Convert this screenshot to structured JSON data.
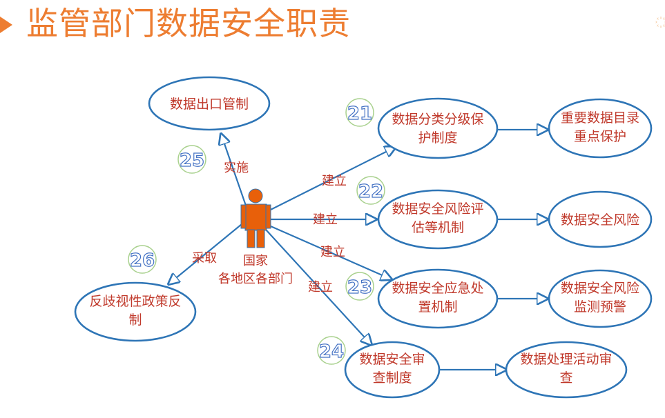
{
  "title": "监管部门数据安全职责",
  "actor": {
    "line1": "国家",
    "line2": "各地区各部门"
  },
  "nodes": {
    "exit_control": [
      "数据出口管制"
    ],
    "classification": [
      "数据分类分级保",
      "护制度"
    ],
    "risk_eval": [
      "数据安全风险评",
      "估等机制"
    ],
    "emergency": [
      "数据安全应急处",
      "置机制"
    ],
    "review": [
      "数据安全审",
      "查制度"
    ],
    "anti_discrimination": [
      "反歧视性政策反",
      "制"
    ],
    "key_protection": [
      "重要数据目录",
      "重点保护"
    ],
    "risk": [
      "数据安全风险"
    ],
    "monitor": [
      "数据安全风险",
      "监测预警"
    ],
    "activity_review": [
      "数据处理活动审",
      "查"
    ]
  },
  "edges": {
    "implement": "实施",
    "adopt": "采取",
    "establish1": "建立",
    "establish2": "建立",
    "establish3": "建立",
    "establish4": "建立"
  },
  "badges": {
    "b21": "21",
    "b22": "22",
    "b23": "23",
    "b24": "24",
    "b25": "25",
    "b26": "26"
  },
  "colors": {
    "accent": "#ed7d31",
    "line": "#2e75b6",
    "text": "#c0392b",
    "badge_ring": "#70ad47",
    "badge_text": "#4472c4",
    "person": "#e8600a"
  }
}
